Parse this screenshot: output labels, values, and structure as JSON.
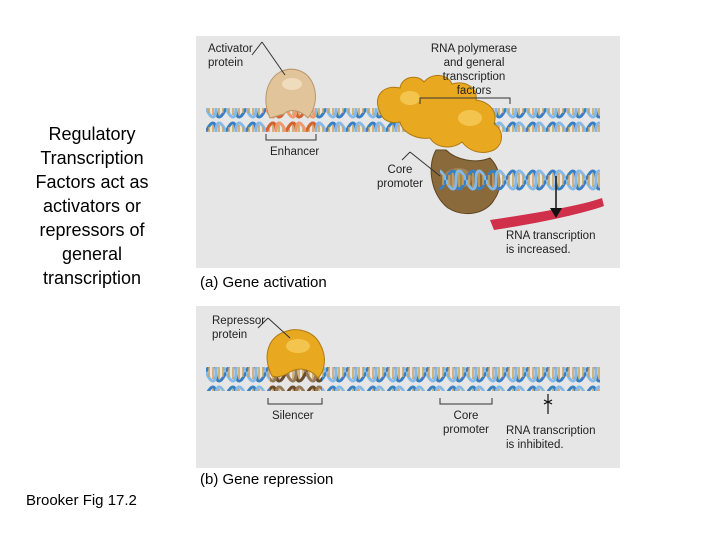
{
  "slide": {
    "title": "Regulatory Transcription Factors act as activators or repressors of general transcription",
    "credit": "Brooker Fig 17.2"
  },
  "panel_a": {
    "activator_label": "Activator\nprotein",
    "rna_pol_label": "RNA polymerase\nand general\ntranscription\nfactors",
    "enhancer_label": "Enhancer",
    "core_promoter_label": "Core\npromoter",
    "rna_transcription_label": "RNA transcription\nis increased.",
    "caption": "(a) Gene activation"
  },
  "panel_b": {
    "repressor_label": "Repressor\nprotein",
    "silencer_label": "Silencer",
    "core_promoter_label": "Core\npromoter",
    "rna_transcription_label": "RNA transcription\nis inhibited.",
    "caption": "(b) Gene repression"
  },
  "colors": {
    "dna_blue": "#3a7fc0",
    "dna_blue_light": "#86b8e6",
    "enhancer_orange": "#d9622b",
    "silencer_brown": "#6b4a2a",
    "activator": "#e2c49a",
    "polymerase": "#e8a820",
    "gtf_brown": "#8a6a3a",
    "rna_red": "#d0304a",
    "panel_bg": "#e6e6e6"
  }
}
